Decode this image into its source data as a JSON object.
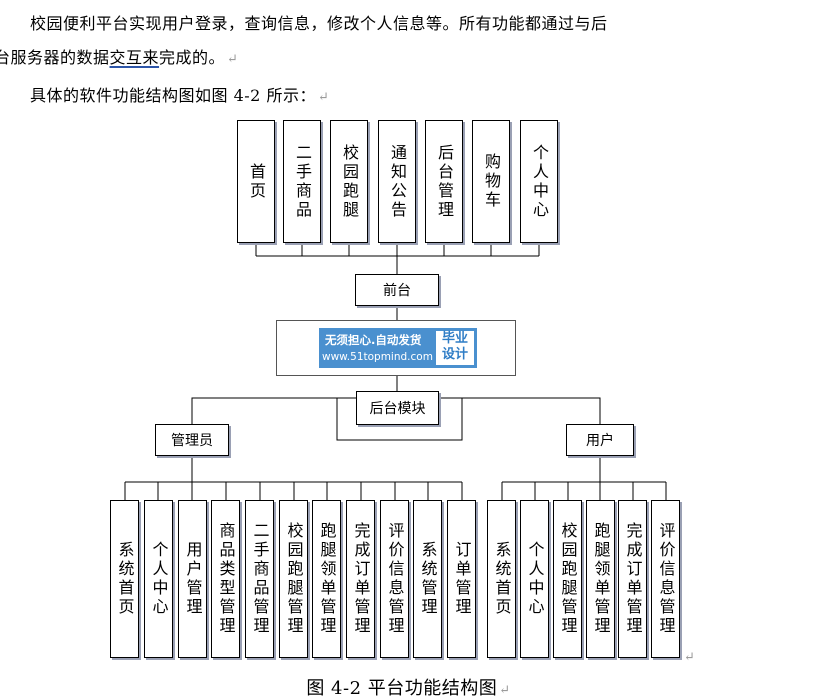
{
  "paragraphs": {
    "p1_line1": "校园便利平台实现用户登录，查询信息，修改个人信息等。所有功能都通过与后",
    "p1_line2_before": "台服务器的数据",
    "p1_line2_underlined": "交互来",
    "p1_line2_after": "完成的。",
    "p2": "具体的软件功能结构图如图 4-2 所示：",
    "paragraph_mark": "↵"
  },
  "diagram": {
    "front_modules": [
      "首页",
      "二手商品",
      "校园跑腿",
      "通知公告",
      "后台管理",
      "购物车",
      "个人中心"
    ],
    "front_node": "前台",
    "watermark": {
      "line1": "无须担心.自动发货",
      "line2": "www.51topmind.com",
      "tag": "毕业设计"
    },
    "back_node": "后台模块",
    "admin_node": "管理员",
    "user_node": "用户",
    "admin_modules": [
      "系统首页",
      "个人中心",
      "用户管理",
      "商品类型管理",
      "二手商品管理",
      "校园跑腿管理",
      "跑腿领单管理",
      "完成订单管理",
      "评价信息管理",
      "系统管理",
      "订单管理"
    ],
    "user_modules": [
      "系统首页",
      "个人中心",
      "校园跑腿管理",
      "跑腿领单管理",
      "完成订单管理",
      "评价信息管理"
    ]
  },
  "caption": "图 4-2 平台功能结构图"
}
